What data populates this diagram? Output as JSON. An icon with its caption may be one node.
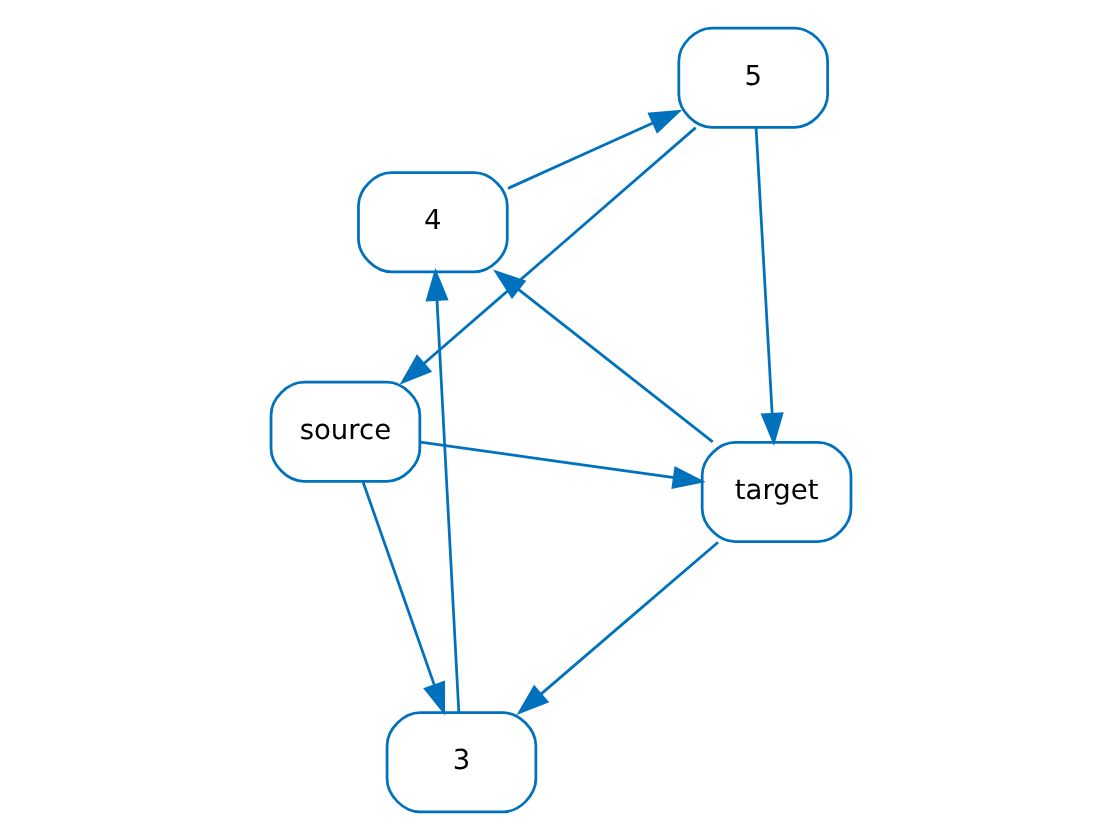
{
  "diagram": {
    "nodes": [
      {
        "text": [
          "source"
        ]
      },
      {
        "text": [
          "target"
        ]
      },
      {
        "text": [
          "3"
        ]
      },
      {
        "text": [
          "4"
        ]
      },
      {
        "text": [
          "5"
        ]
      }
    ],
    "edges": [
      {
        "from": 0,
        "to": 1,
        "arrow": "to"
      },
      {
        "from": 0,
        "to": 2,
        "arrow": "to"
      },
      {
        "from": 1,
        "to": 2,
        "arrow": "to"
      },
      {
        "from": 1,
        "to": 3,
        "arrow": "to"
      },
      {
        "from": 2,
        "to": 3,
        "arrow": "to"
      },
      {
        "from": 3,
        "to": 4,
        "arrow": "to"
      },
      {
        "from": 4,
        "to": 0,
        "arrow": "to"
      },
      {
        "from": 4,
        "to": 1,
        "arrow": "to"
      }
    ]
  }
}
